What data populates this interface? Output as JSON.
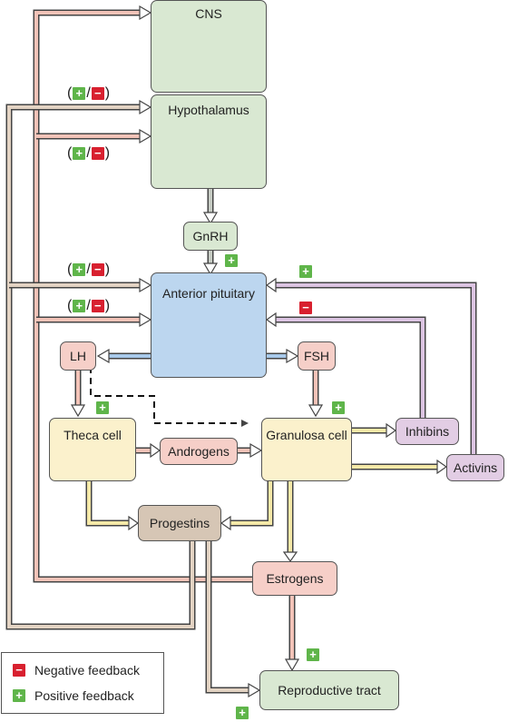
{
  "nodes": {
    "cns": "CNS",
    "hypothalamus": "Hypothalamus",
    "gnrh": "GnRH",
    "anterior_pituitary": "Anterior pituitary",
    "lh": "LH",
    "fsh": "FSH",
    "theca_cell": "Theca cell",
    "androgens": "Androgens",
    "granulosa_cell": "Granulosa cell",
    "inhibins": "Inhibins",
    "activins": "Activins",
    "progestins": "Progestins",
    "estrogens": "Estrogens",
    "reproductive_tract": "Reproductive tract"
  },
  "signs": {
    "plus": "+",
    "minus": "−",
    "open_paren": "(",
    "slash": "/",
    "close_paren": ")"
  },
  "legend": {
    "negative": "Negative feedback",
    "positive": "Positive feedback"
  },
  "colors": {
    "green_box": "#d9e8d2",
    "blue_box": "#bcd6ef",
    "red_box": "#f6cfc8",
    "yellow_box": "#fbf1cc",
    "purple_box": "#e2cde4",
    "brown_box": "#d6c6b5",
    "pink_arrow": "#f3c3b8",
    "yellow_arrow": "#f6e9a8",
    "purple_arrow": "#dcc4e2",
    "tan_arrow": "#e3d3c3",
    "gray_arrow": "#c7ccc4",
    "blue_arrow": "#a8c9ea"
  }
}
